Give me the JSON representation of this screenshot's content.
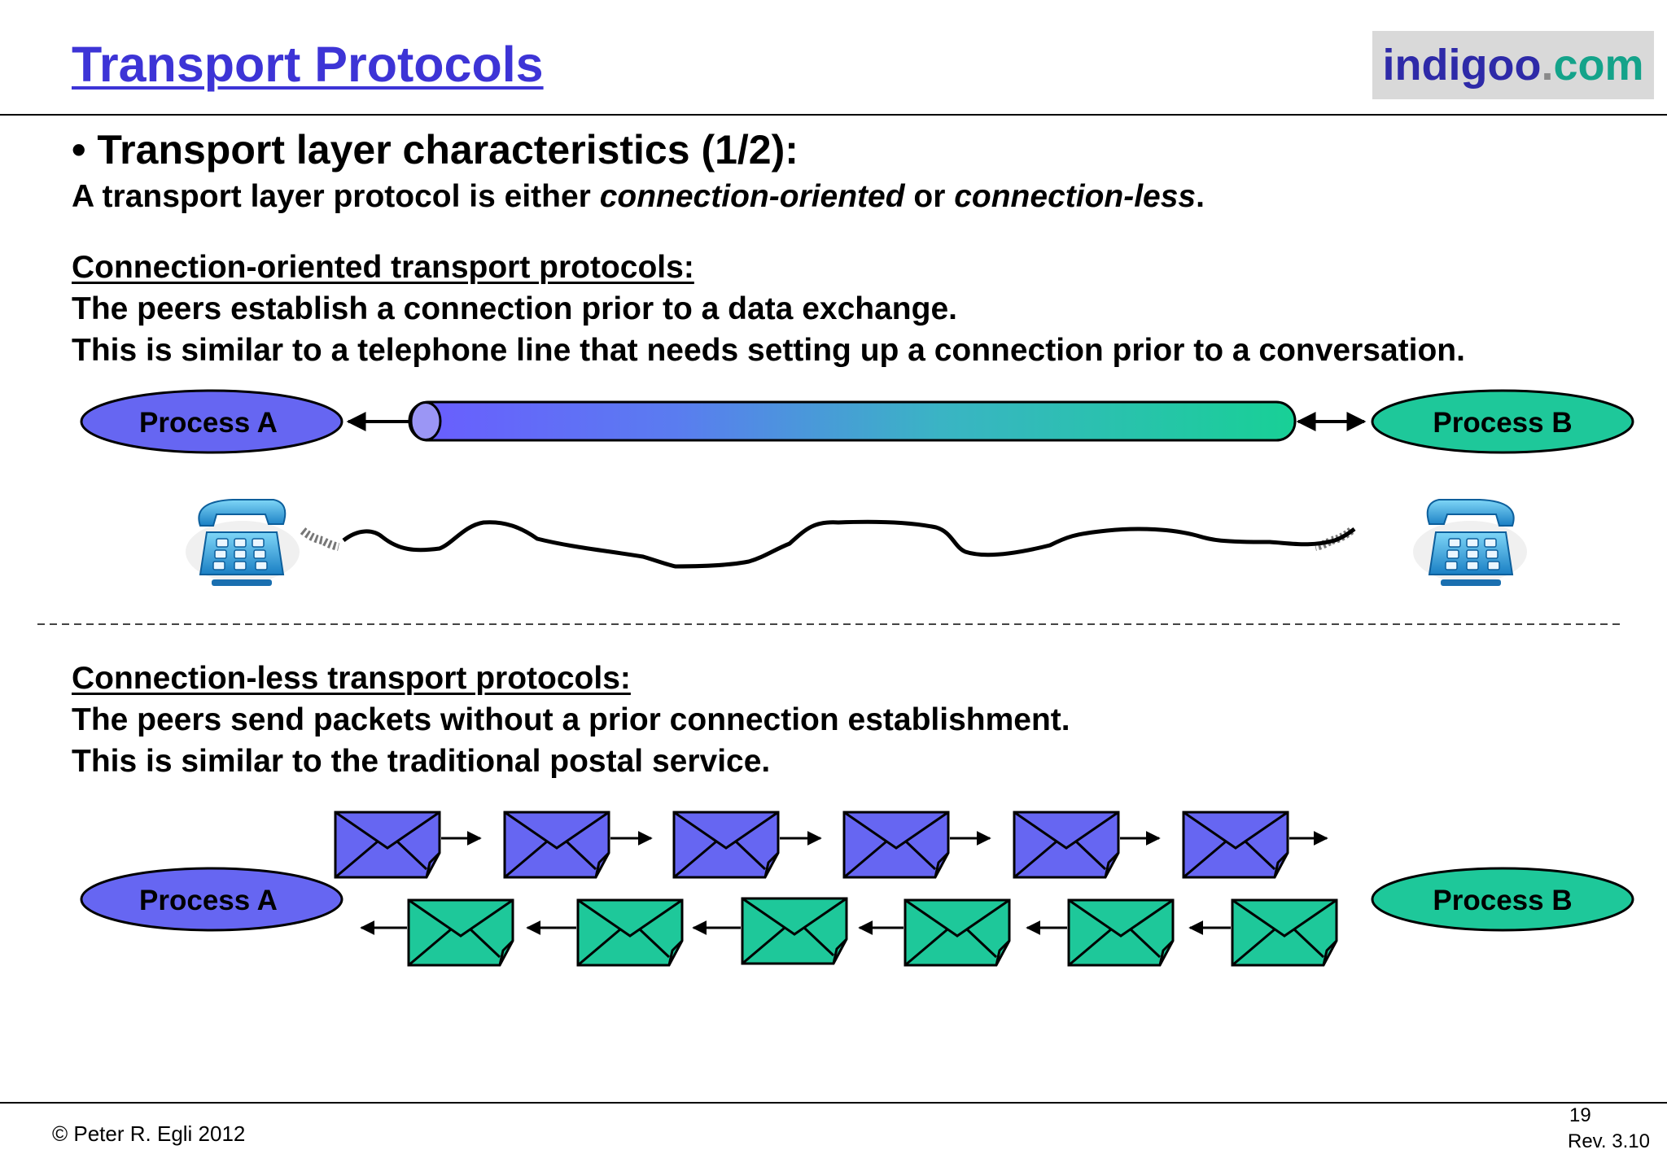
{
  "header": {
    "title": "Transport Protocols",
    "brand_part1": "indigoo",
    "brand_dot": ".",
    "brand_part2": "com"
  },
  "bullet_heading": "• Transport layer characteristics (1/2):",
  "intro": {
    "prefix": "A transport layer protocol is either ",
    "term1": "connection-oriented",
    "middle": " or ",
    "term2": "connection-less",
    "suffix": "."
  },
  "connection_oriented": {
    "heading": "Connection-oriented transport protocols:",
    "line1": "The peers establish a connection prior to a data exchange.",
    "line2": "This is similar to a telephone line that needs setting up a connection prior to a conversation.",
    "process_a": "Process A",
    "process_b": "Process B"
  },
  "connection_less": {
    "heading": "Connection-less transport protocols:",
    "line1": "The peers send packets without a prior connection establishment.",
    "line2": "This is similar to the traditional postal service.",
    "process_a": "Process A",
    "process_b": "Process B"
  },
  "footer": {
    "copyright": "© Peter R. Egli 2012",
    "page": "19",
    "revision": "Rev. 3.10"
  },
  "colors": {
    "blue": "#6666f2",
    "green": "#1ec89a",
    "title": "#3d34d6"
  },
  "icons": [
    "telephone-icon",
    "envelope-icon",
    "arrow-icon"
  ]
}
